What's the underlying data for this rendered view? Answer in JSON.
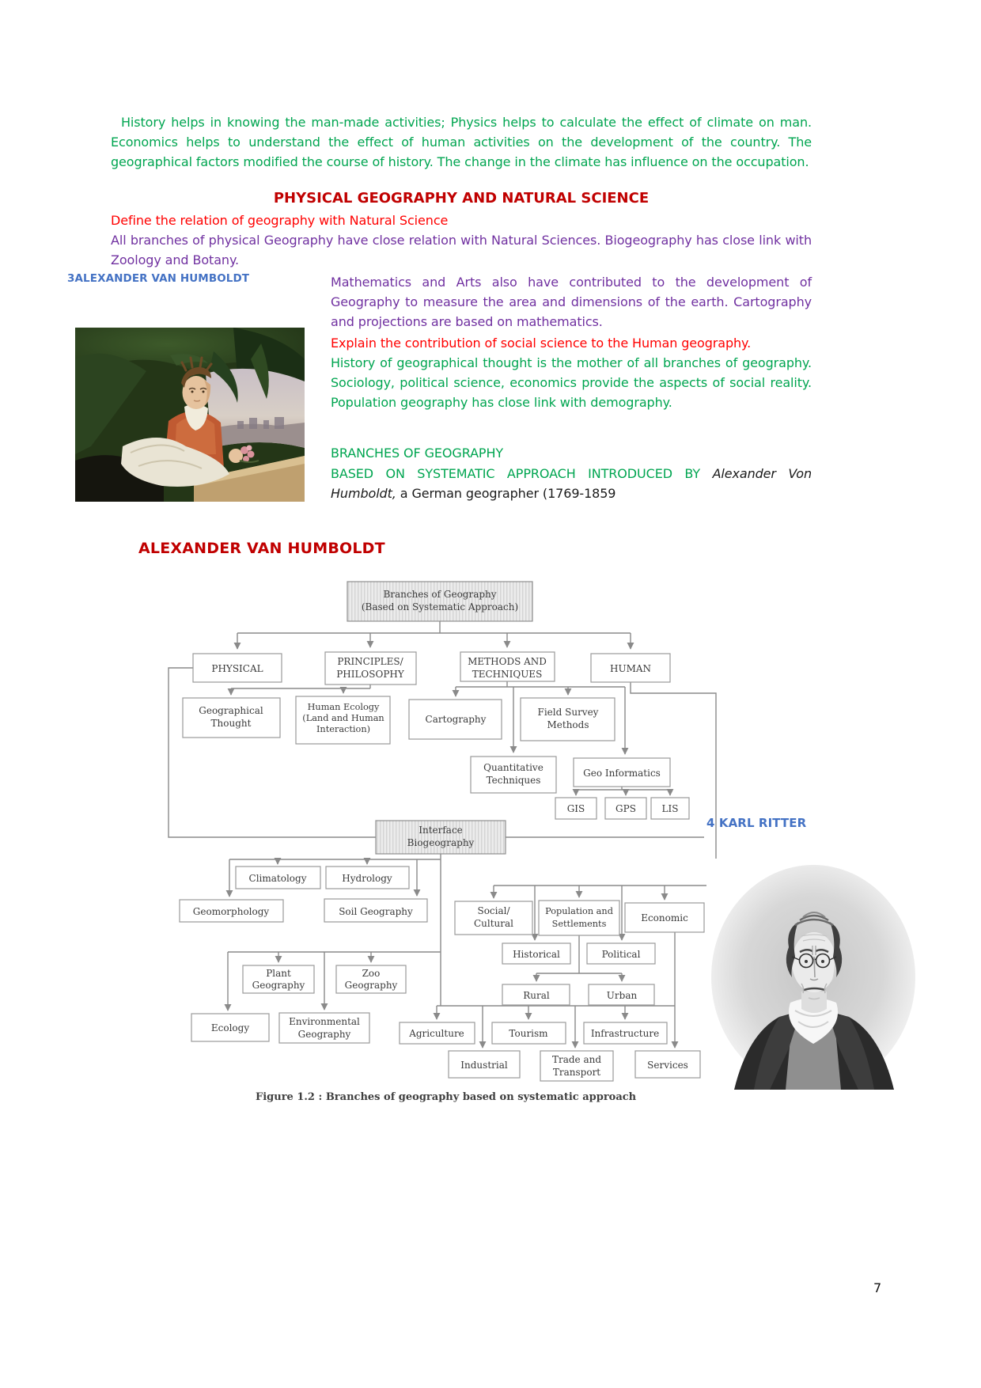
{
  "colors": {
    "green": "#00A550",
    "red": "#FF0000",
    "dark_red": "#C00000",
    "purple": "#7030A0",
    "blue": "#4472C4"
  },
  "content": {
    "para1": "History helps in knowing the man-made activities; Physics helps to calculate the effect of climate on man. Economics helps to understand the effect of human activities on the development of the country. The geographical factors modified the course of history. The change in the climate has influence on the occupation.",
    "heading1": "PHYSICAL GEOGRAPHY AND NATURAL SCIENCE",
    "q1": "Define the relation of geography with Natural Science",
    "para2": "All branches of physical Geography have close relation with Natural Sciences. Biogeography has close link with Zoology and Botany.",
    "label_humboldt": "3ALEXANDER VAN HUMBOLDT",
    "para3": "Mathematics and Arts also have contributed to the development of Geography to measure the area and dimensions of the earth. Cartography and projections are based on mathematics.",
    "q2": "Explain the contribution of social science to the Human geography.",
    "para4": "History of geographical thought is the mother of all branches of geography. Sociology, political science, economics provide the aspects of social reality. Population geography has close link with demography.",
    "heading2": "BRANCHES OF GEOGRAPHY",
    "para5_green": "BASED ON SYSTEMATIC APPROACH INTRODUCED BY ",
    "para5_italic": "Alexander Von Humboldt,",
    "para5_rest": " a German geographer (1769-1859",
    "heading3": "ALEXANDER VAN HUMBOLDT",
    "label_ritter": "4 KARL RITTER",
    "figure_caption": "Figure 1.2 : Branches of geography based on systematic approach",
    "page_number": "7"
  },
  "figure": {
    "nodes": {
      "root1": "Branches of Geography",
      "root2": "(Based on Systematic Approach)",
      "physical": "PHYSICAL",
      "principles1": "PRINCIPLES/",
      "principles2": "PHILOSOPHY",
      "methods1": "METHODS AND",
      "methods2": "TECHNIQUES",
      "human": "HUMAN",
      "geothought1": "Geographical",
      "geothought2": "Thought",
      "humanecology1": "Human Ecology",
      "humanecology2": "(Land and Human",
      "humanecology3": "Interaction)",
      "cartography": "Cartography",
      "fieldsurvey1": "Field Survey",
      "fieldsurvey2": "Methods",
      "quant1": "Quantitative",
      "quant2": "Techniques",
      "geoinformatics": "Geo Informatics",
      "gis": "GIS",
      "gps": "GPS",
      "lis": "LIS",
      "interface1": "Interface",
      "interface2": "Biogeography",
      "climatology": "Climatology",
      "hydrology": "Hydrology",
      "geomorphology": "Geomorphology",
      "soil": "Soil Geography",
      "social1": "Social/",
      "social2": "Cultural",
      "population1": "Population and",
      "population2": "Settlements",
      "economic": "Economic",
      "historical": "Historical",
      "political": "Political",
      "plant1": "Plant",
      "plant2": "Geography",
      "zoo1": "Zoo",
      "zoo2": "Geography",
      "rural": "Rural",
      "urban": "Urban",
      "ecology": "Ecology",
      "env1": "Environmental",
      "env2": "Geography",
      "agriculture": "Agriculture",
      "tourism": "Tourism",
      "infrastructure": "Infrastructure",
      "industrial": "Industrial",
      "trade1": "Trade and",
      "trade2": "Transport",
      "services": "Services"
    }
  }
}
